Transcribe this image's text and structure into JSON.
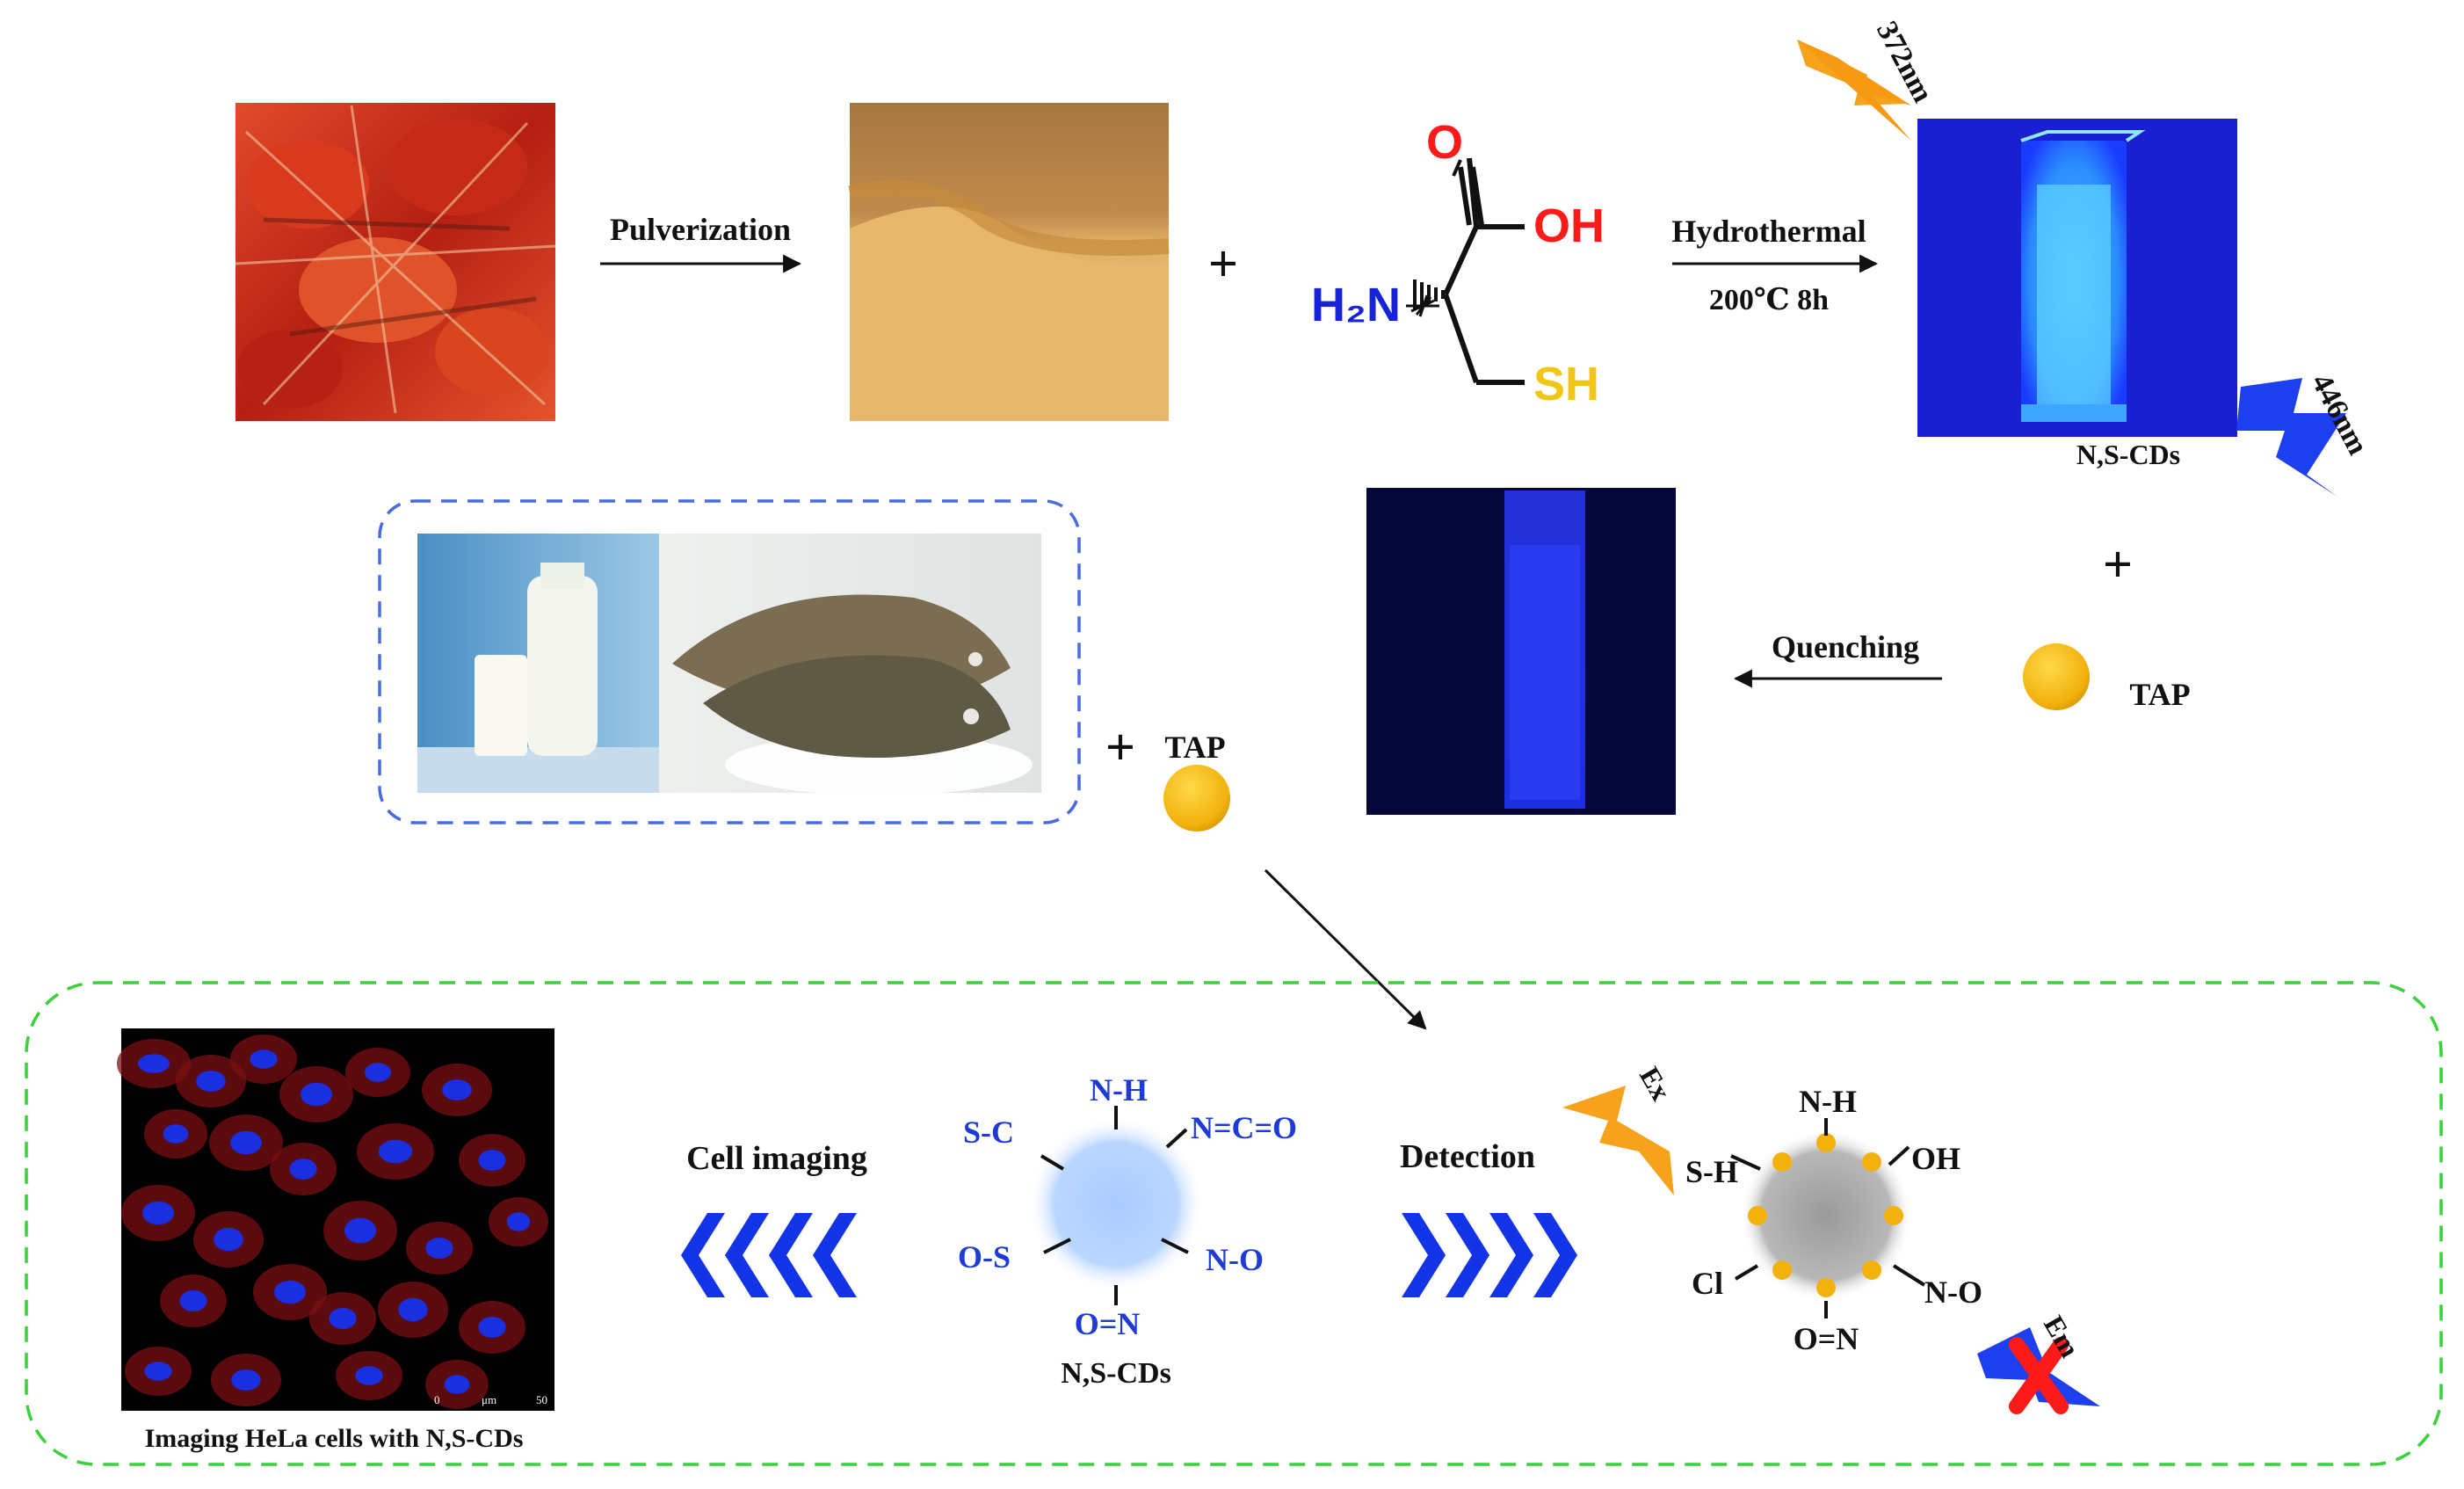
{
  "steps": {
    "pulverization": "Pulverization",
    "plus": "+",
    "hydrothermal": "Hydrothermal",
    "conditions": "200℃ 8h",
    "quenching": "Quenching",
    "cell_imaging": "Cell imaging",
    "detection": "Detection"
  },
  "cysteine": {
    "o": "O",
    "oh": "OH",
    "h2n": "H₂N",
    "sh": "SH"
  },
  "cuvette": {
    "excitation": "372nm",
    "emission": "446nm",
    "product": "N,S-CDs"
  },
  "tap": {
    "label_right": "TAP",
    "label_samples": "TAP"
  },
  "cd_particle": {
    "groups": [
      "N-H",
      "N=C=O",
      "N-O",
      "O=N",
      "O-S",
      "S-C"
    ],
    "label": "N,S-CDs"
  },
  "quenched_particle": {
    "groups": [
      "N-H",
      "OH",
      "N-O",
      "O=N",
      "Cl",
      "S-H"
    ],
    "ex": "Ex",
    "em": "Em"
  },
  "hela": {
    "caption": "Imaging HeLa cells with N,S-CDs",
    "scale_0": "0",
    "scale_unit": "μm",
    "scale_50": "50"
  },
  "colors": {
    "fluorescence_blue": "#1f6bff",
    "chevron_blue": "#1233e6",
    "tap_gold": "#f3b60e",
    "lightning_orange": "#f7a21b",
    "green_dash": "#3ad13a",
    "blue_dash": "#4a6be0",
    "label_blue": "#1f3bd6"
  }
}
